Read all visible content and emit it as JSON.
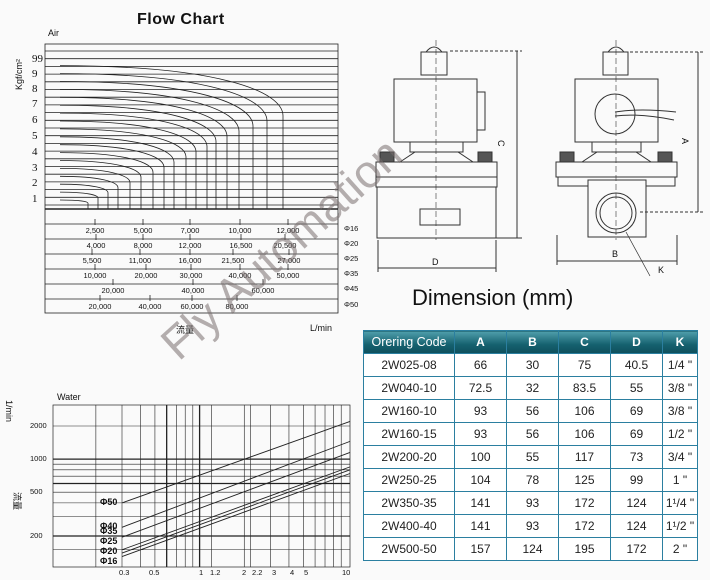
{
  "air_chart": {
    "title": "Flow Chart",
    "medium": "Air",
    "y_axis_label": "Kgf/cm²",
    "y_ticks": [
      "99",
      "9",
      "8",
      "7",
      "6",
      "5",
      "4",
      "3",
      "2",
      "1"
    ],
    "x_label_cn": "流量",
    "x_unit": "L/min",
    "flow_rows": [
      {
        "size": "Φ16",
        "values": [
          "2,500",
          "5,000",
          "7,000",
          "10,000",
          "12,000"
        ]
      },
      {
        "size": "Φ20",
        "values": [
          "4,000",
          "8,000",
          "12,000",
          "16,500",
          "20,500"
        ]
      },
      {
        "size": "Φ25",
        "values": [
          "5,500",
          "11,000",
          "16,000",
          "21,500",
          "27,000"
        ]
      },
      {
        "size": "Φ35",
        "values": [
          "10,000",
          "20,000",
          "30,000",
          "40,000",
          "50,000"
        ]
      },
      {
        "size": "Φ45",
        "values": [
          "20,000",
          "40,000",
          "60,000"
        ]
      },
      {
        "size": "Φ50",
        "values": [
          "20,000",
          "40,000",
          "60,000",
          "80,000"
        ]
      }
    ]
  },
  "water_chart": {
    "medium": "Water",
    "y_axis_label": "1/min",
    "y_label_cn": "流量",
    "y_ticks": [
      "2000",
      "1000",
      "500",
      "200"
    ],
    "x_ticks": [
      "0.3",
      "0.5",
      "1",
      "1.2",
      "2",
      "2.2",
      "3",
      "4",
      "5",
      "10"
    ],
    "series_labels": [
      "Φ50",
      "Φ40",
      "Φ35",
      "Φ25",
      "Φ20",
      "Φ16"
    ]
  },
  "drawing": {
    "labels": {
      "c": "C",
      "d": "D",
      "a": "A",
      "b": "B",
      "k": "K"
    },
    "title": "Dimension (mm)"
  },
  "table": {
    "headers": [
      "Orering Code",
      "A",
      "B",
      "C",
      "D",
      "K"
    ],
    "rows": [
      [
        "2W025-08",
        "66",
        "30",
        "75",
        "40.5",
        "1/4 \""
      ],
      [
        "2W040-10",
        "72.5",
        "32",
        "83.5",
        "55",
        "3/8 \""
      ],
      [
        "2W160-10",
        "93",
        "56",
        "106",
        "69",
        "3/8 \""
      ],
      [
        "2W160-15",
        "93",
        "56",
        "106",
        "69",
        "1/2 \""
      ],
      [
        "2W200-20",
        "100",
        "55",
        "117",
        "73",
        "3/4 \""
      ],
      [
        "2W250-25",
        "104",
        "78",
        "125",
        "99",
        "1 \""
      ],
      [
        "2W350-35",
        "141",
        "93",
        "172",
        "124",
        "1¹/4 \""
      ],
      [
        "2W400-40",
        "141",
        "93",
        "172",
        "124",
        "1¹/2 \""
      ],
      [
        "2W500-50",
        "157",
        "124",
        "195",
        "172",
        "2 \""
      ]
    ]
  },
  "watermark": "Fly Automation",
  "colors": {
    "header": "#15616f",
    "border": "#2b7fa0"
  }
}
